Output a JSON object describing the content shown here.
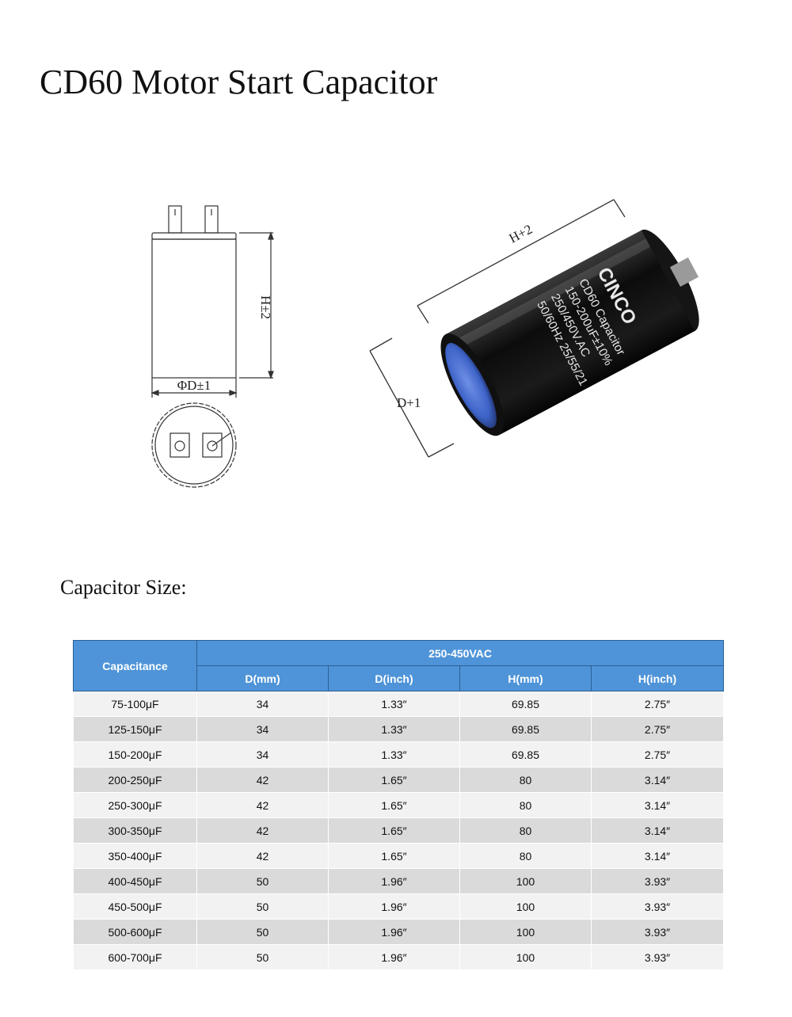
{
  "page": {
    "title": "CD60 Motor Start Capacitor"
  },
  "drawing": {
    "height_label": "H±2",
    "diameter_label": "ΦD±1"
  },
  "photo": {
    "brand": "CINCO",
    "print_lines": [
      "CD60 Capacitor",
      "150-200uF±10%",
      "250/450V.AC",
      "50/60Hz 25/55/21"
    ],
    "height_label": "H+2",
    "diameter_label": "D+1"
  },
  "section": {
    "heading": "Capacitor Size:"
  },
  "table": {
    "first_header": "Capacitance",
    "group_header": "250-450VAC",
    "columns": [
      "D(mm)",
      "D(inch)",
      "H(mm)",
      "H(inch)"
    ],
    "rows": [
      [
        "75-100μF",
        "34",
        "1.33″",
        "69.85",
        "2.75″"
      ],
      [
        "125-150μF",
        "34",
        "1.33″",
        "69.85",
        "2.75″"
      ],
      [
        "150-200μF",
        "34",
        "1.33″",
        "69.85",
        "2.75″"
      ],
      [
        "200-250μF",
        "42",
        "1.65″",
        "80",
        "3.14″"
      ],
      [
        "250-300μF",
        "42",
        "1.65″",
        "80",
        "3.14″"
      ],
      [
        "300-350μF",
        "42",
        "1.65″",
        "80",
        "3.14″"
      ],
      [
        "350-400μF",
        "42",
        "1.65″",
        "80",
        "3.14″"
      ],
      [
        "400-450μF",
        "50",
        "1.96″",
        "100",
        "3.93″"
      ],
      [
        "450-500μF",
        "50",
        "1.96″",
        "100",
        "3.93″"
      ],
      [
        "500-600μF",
        "50",
        "1.96″",
        "100",
        "3.93″"
      ],
      [
        "600-700μF",
        "50",
        "1.96″",
        "100",
        "3.93″"
      ]
    ]
  }
}
